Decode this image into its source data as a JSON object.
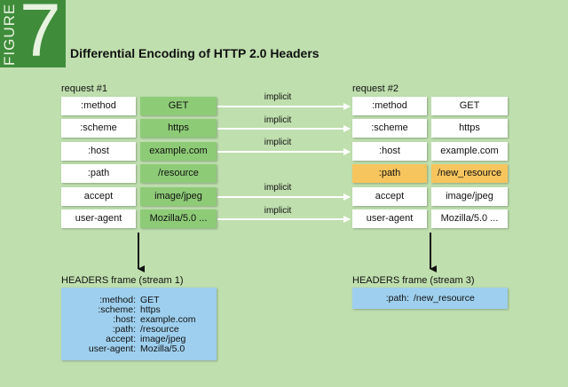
{
  "figure": {
    "word": "FIGURE",
    "number": "7"
  },
  "title": "Differential Encoding of HTTP 2.0 Headers",
  "request1": {
    "label": "request #1",
    "rows": [
      {
        "name": ":method",
        "value": "GET"
      },
      {
        "name": ":scheme",
        "value": "https"
      },
      {
        "name": ":host",
        "value": "example.com"
      },
      {
        "name": ":path",
        "value": "/resource"
      },
      {
        "name": "accept",
        "value": "image/jpeg"
      },
      {
        "name": "user-agent",
        "value": "Mozilla/5.0 ..."
      }
    ]
  },
  "request2": {
    "label": "request #2",
    "rows": [
      {
        "name": ":method",
        "value": "GET"
      },
      {
        "name": ":scheme",
        "value": "https"
      },
      {
        "name": ":host",
        "value": "example.com"
      },
      {
        "name": ":path",
        "value": "/new_resource"
      },
      {
        "name": "accept",
        "value": "image/jpeg"
      },
      {
        "name": "user-agent",
        "value": "Mozilla/5.0 ..."
      }
    ]
  },
  "implicit_label": "implicit",
  "frame1": {
    "label": "HEADERS frame (stream 1)",
    "rows": [
      {
        "name": ":method:",
        "value": "GET"
      },
      {
        "name": ":scheme:",
        "value": "https"
      },
      {
        "name": ":host:",
        "value": "example.com"
      },
      {
        "name": ":path:",
        "value": "/resource"
      },
      {
        "name": "accept:",
        "value": "image/jpeg"
      },
      {
        "name": "user-agent:",
        "value": "Mozilla/5.0"
      }
    ]
  },
  "frame2": {
    "label": "HEADERS frame (stream 3)",
    "rows": [
      {
        "name": ":path:",
        "value": "/new_resource"
      }
    ]
  },
  "colors": {
    "background": "#bfdfae",
    "badge": "#3f8c3b",
    "sent_value": "#8ecb77",
    "changed_header": "#f7c55e",
    "frame": "#9ecfee"
  }
}
